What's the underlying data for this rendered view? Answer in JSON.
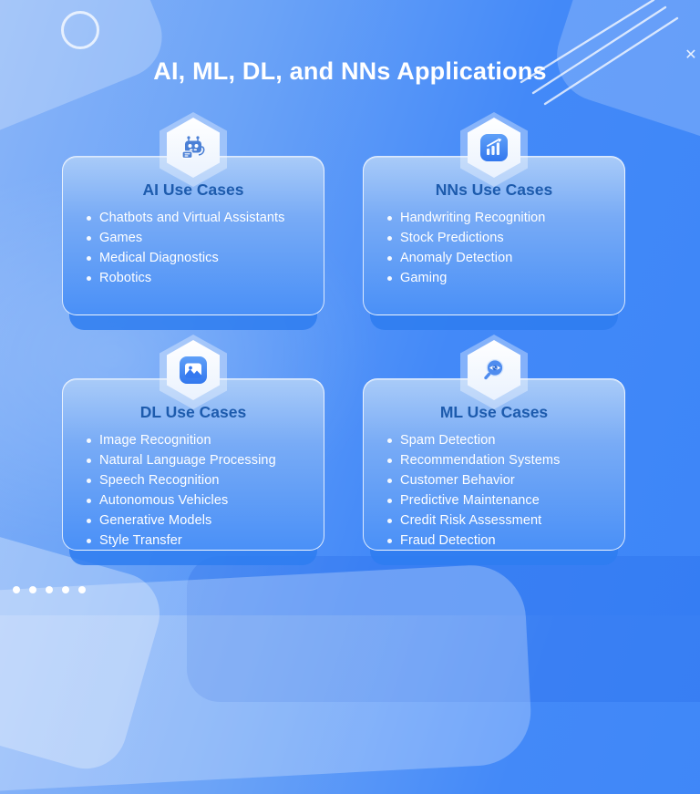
{
  "slide": {
    "title": "AI, ML, DL, and NNs Applications",
    "close_icon": "✕"
  },
  "cards": [
    {
      "title": "AI Use Cases",
      "icon": "robot-chat-icon",
      "items": [
        "Chatbots and Virtual Assistants",
        "Games",
        "Medical Diagnostics",
        "Robotics"
      ]
    },
    {
      "title": "NNs Use Cases",
      "icon": "growth-chart-icon",
      "items": [
        "Handwriting Recognition",
        "Stock Predictions",
        "Anomaly Detection",
        "Gaming"
      ]
    },
    {
      "title": "DL Use Cases",
      "icon": "image-icon",
      "items": [
        "Image Recognition",
        "Natural Language Processing",
        "Speech Recognition",
        "Autonomous Vehicles",
        "Generative Models",
        "Style Transfer"
      ]
    },
    {
      "title": "ML Use Cases",
      "icon": "magnifier-eye-icon",
      "items": [
        "Spam Detection",
        "Recommendation Systems",
        "Customer Behavior",
        "Predictive Maintenance",
        "Credit Risk Assessment",
        "Fraud Detection"
      ]
    }
  ],
  "pagination": {
    "dot_count": 5
  },
  "colors": {
    "title_text": "#ffffff",
    "card_title": "#1d5bad",
    "card_shadow": "#2e7cf0",
    "icon_blue": "#4b80d6",
    "icon_square_top": "#5fa0f8",
    "icon_square_bottom": "#3277ee",
    "background_light": "#8ab5f8",
    "background_deep": "#3d86f8"
  }
}
